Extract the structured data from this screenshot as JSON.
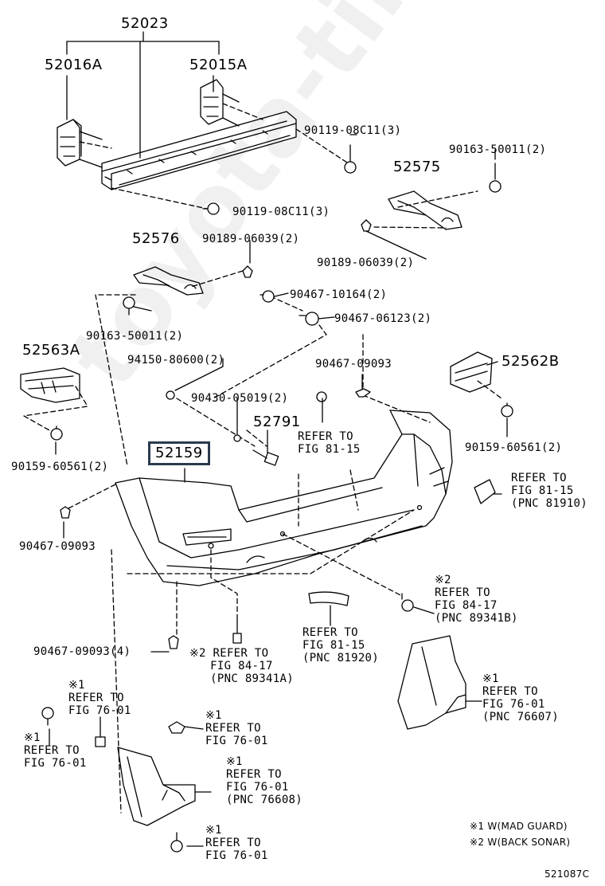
{
  "labels": {
    "p52023": "52023",
    "p52016a": "52016A",
    "p52015a": "52015A",
    "b901_top": "90119-08C11(3)",
    "b901_mid": "90119-08C11(3)",
    "b90163_r": "90163-50011(2)",
    "p52575": "52575",
    "p52576": "52576",
    "b90189_l": "90189-06039(2)",
    "b90189_r": "90189-06039(2)",
    "b90467_10164": "90467-10164(2)",
    "b90467_06123": "90467-06123(2)",
    "b90163_l": "90163-50011(2)",
    "p52563a": "52563A",
    "b94150": "94150-80600(2)",
    "b90467_09093_t": "90467-09093",
    "p52562b": "52562B",
    "b90430": "90430-05019(2)",
    "p52791": "52791",
    "ref_81_15_a": "REFER TO\nFIG 81-15",
    "b90159_l": "90159-60561(2)",
    "b90159_r": "90159-60561(2)",
    "p52159": "52159",
    "ref_81910": "REFER TO\nFIG 81-15\n(PNC 81910)",
    "b90467_09093_l": "90467-09093",
    "ref_sonar_r": "※2\nREFER TO\nFIG 84-17\n(PNC 89341B)",
    "ref_81920": "REFER TO\nFIG 81-15\n(PNC 81920)",
    "b90467_09093_4": "90467-09093(4)",
    "ref_sonar_l": "※2 REFER TO\n   FIG 84-17\n   (PNC 89341A)",
    "ref_76_a": "※1\nREFER TO\nFIG 76-01",
    "ref_76_76607": "※1\nREFER TO\nFIG 76-01\n(PNC 76607)",
    "ref_76_b": "※1\nREFER TO\nFIG 76-01",
    "ref_76_c": "※1\nREFER TO\nFIG 76-01",
    "ref_76_76608": "※1\nREFER TO\nFIG 76-01\n(PNC 76608)",
    "ref_76_d": "※1\nREFER TO\nFIG 76-01",
    "legend1": "※1 W(MAD GUARD)",
    "legend2": "※2 W(BACK SONAR)",
    "fig_code": "521087C"
  },
  "watermark": "toyota-time.ru",
  "colors": {
    "ink": "#000000",
    "highlight_box": "#2b3b4e",
    "paper": "#ffffff"
  }
}
